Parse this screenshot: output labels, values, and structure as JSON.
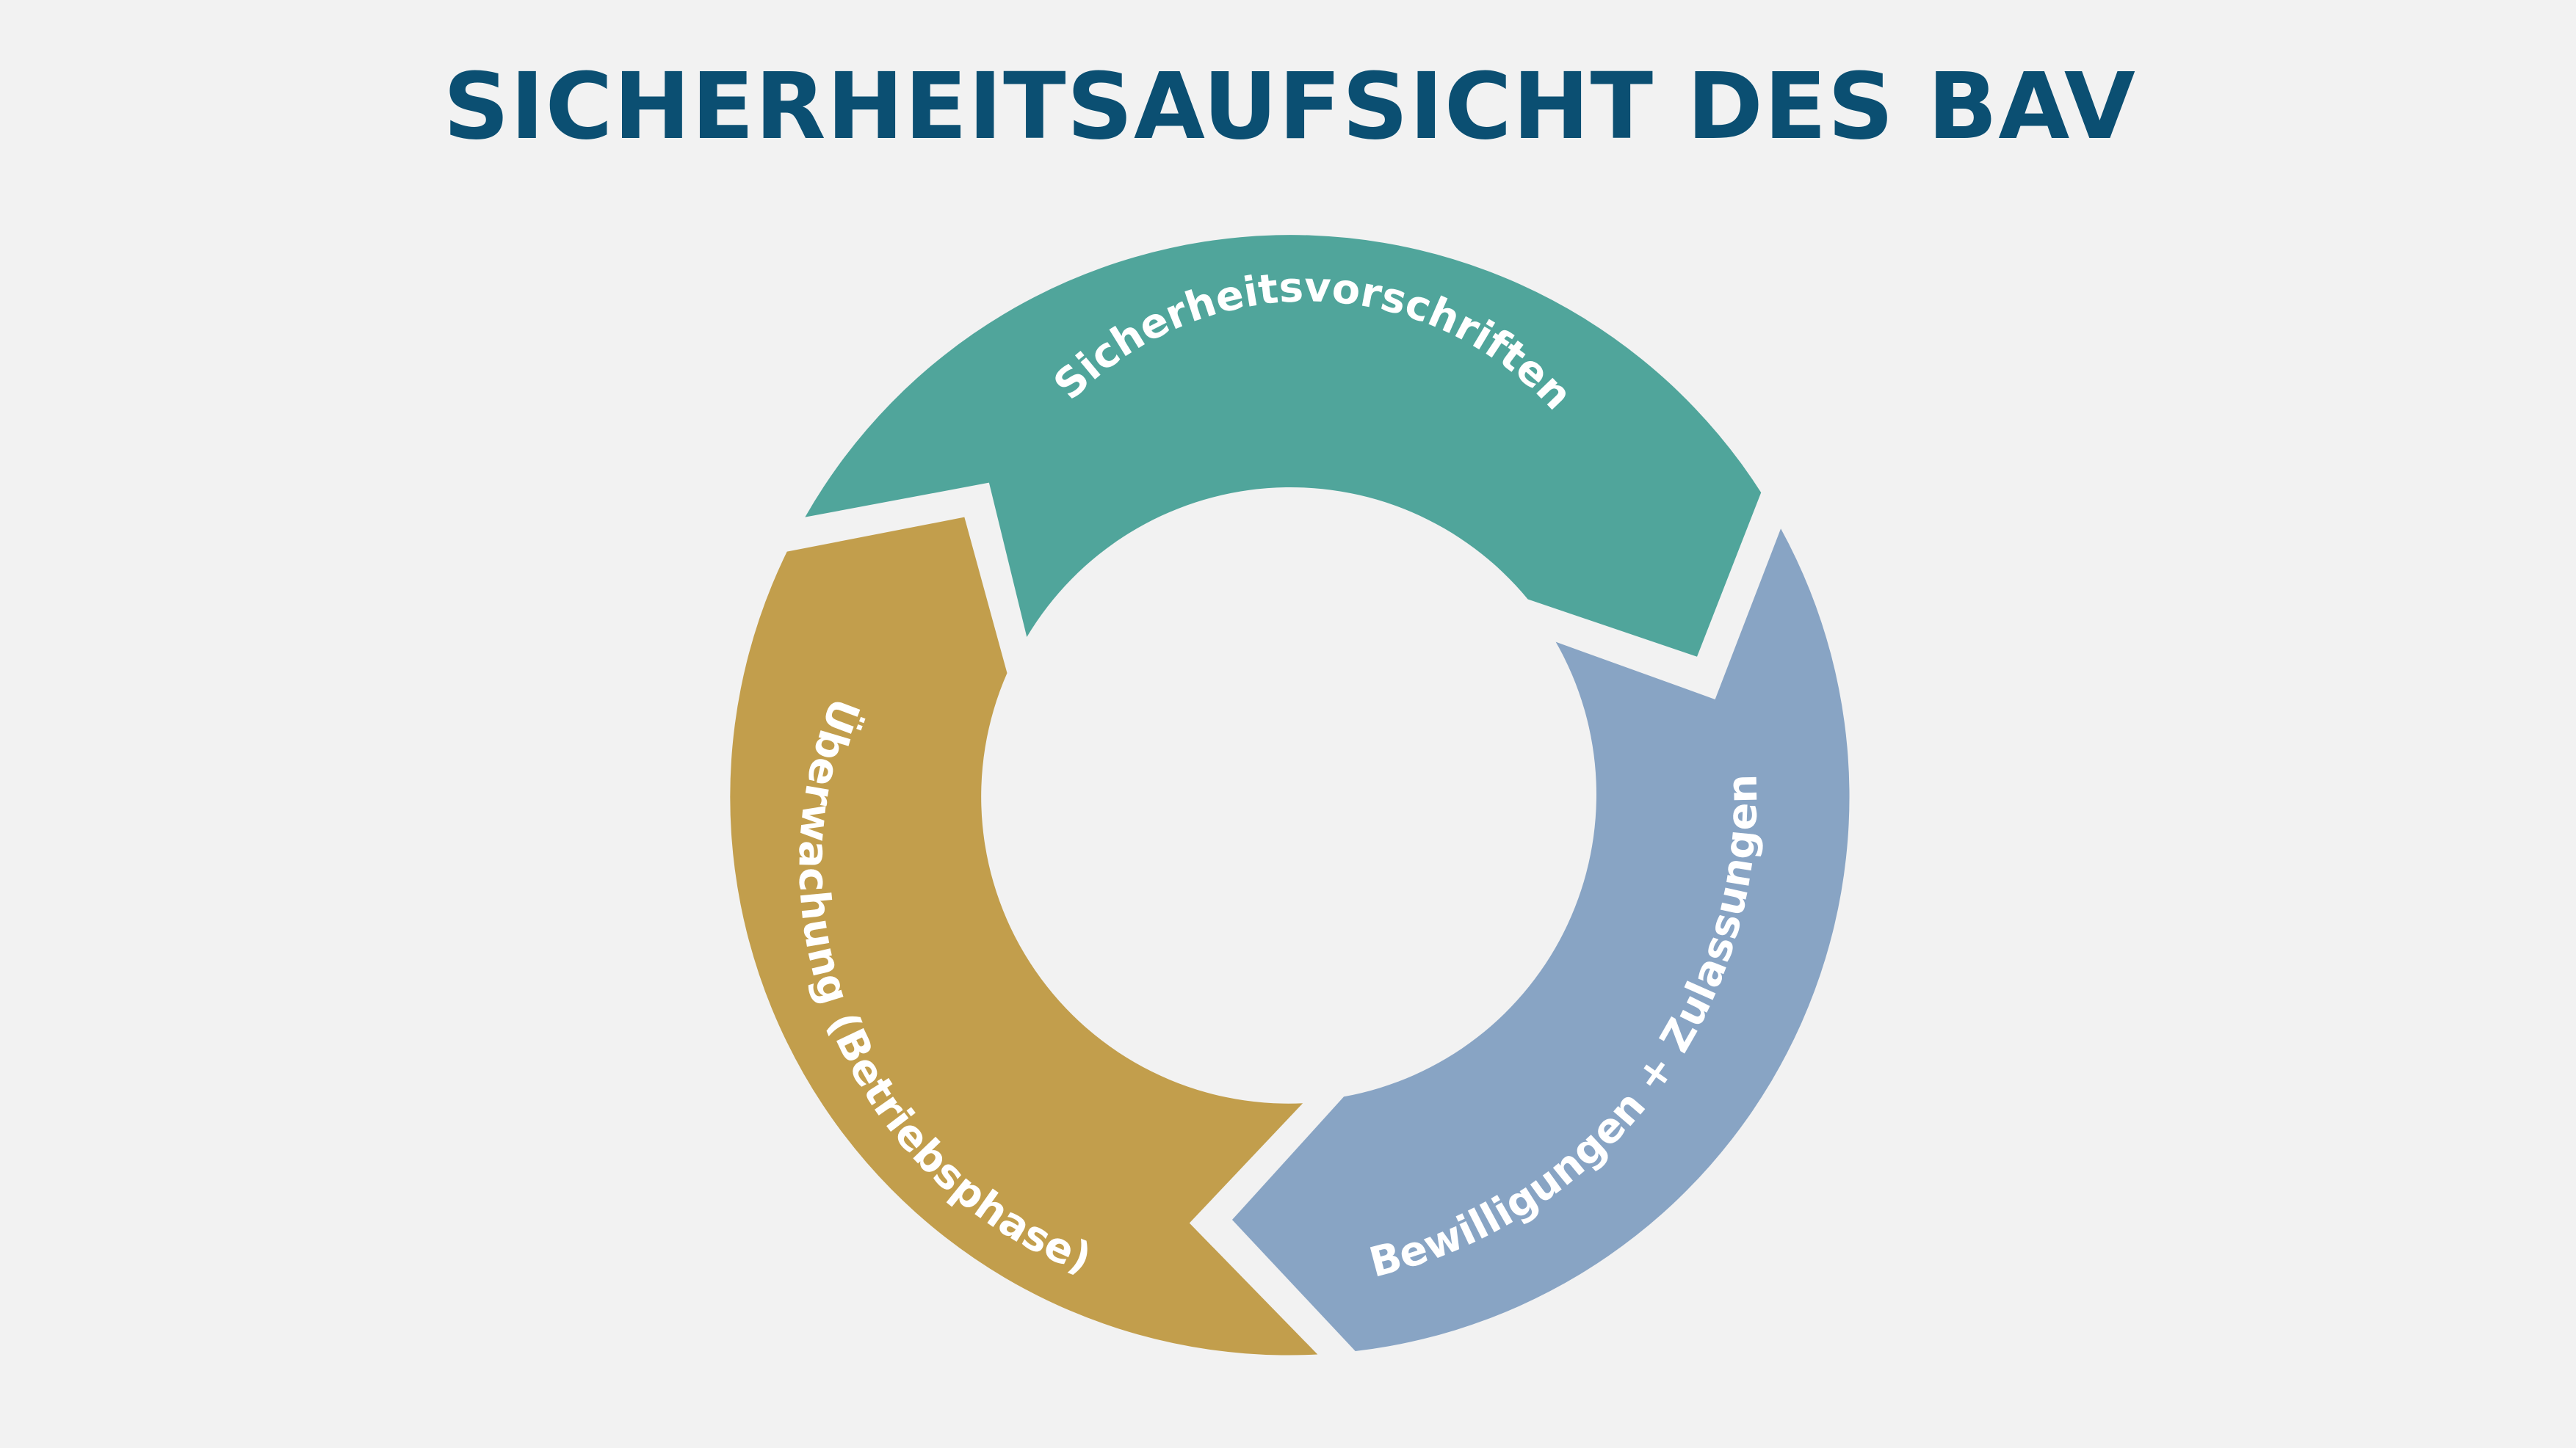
{
  "title": "SICHERHEITSAUFSICHT DES BAV",
  "colors": {
    "background": "#f2f2f2",
    "title": "#0b4f72",
    "teal": "#50a59b",
    "gold": "#c29e4c",
    "blue": "#88a4c4",
    "label": "#ffffff"
  },
  "cycle": {
    "segments": [
      {
        "id": "sicherheitsvorschriften",
        "label": "Sicherheitsvorschriften",
        "color": "#50a59b"
      },
      {
        "id": "bewilligungen-zulassungen",
        "label": "Bewilligungen + Zulassungen",
        "color": "#88a4c4"
      },
      {
        "id": "ueberwachung",
        "label": "Überwachung (Betriebsphase)",
        "color": "#c29e4c"
      }
    ]
  }
}
